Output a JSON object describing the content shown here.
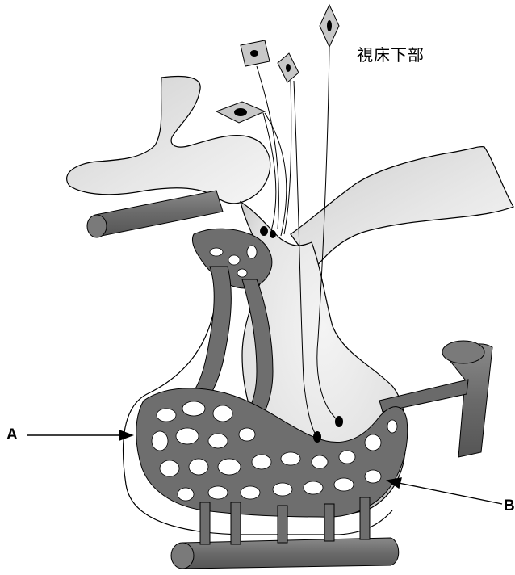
{
  "labels": {
    "hypothalamus": "視床下部",
    "a": "A",
    "b": "B"
  },
  "colors": {
    "vessel": "#6e6e6e",
    "tissue_light": "#e9e9e9",
    "tissue_mid": "#c9c9c9",
    "outline": "#000000",
    "neuron": "#c8c8c8"
  }
}
